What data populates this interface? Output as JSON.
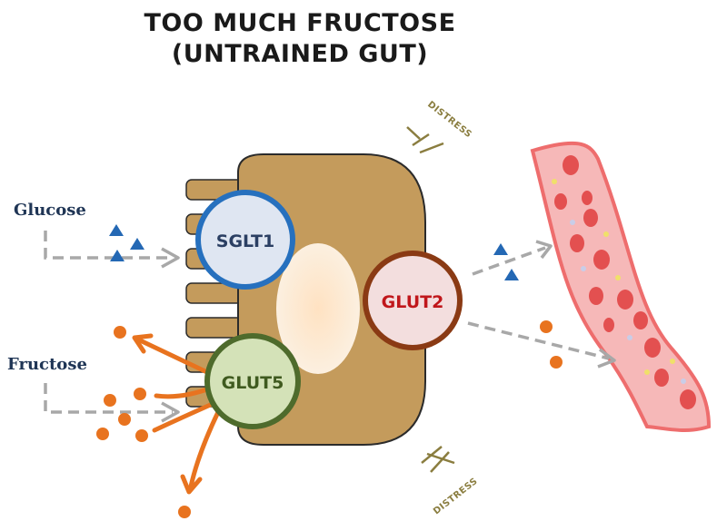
{
  "title": {
    "line1": "TOO MUCH FRUCTOSE",
    "line2": "(UNTRAINED GUT)"
  },
  "inputs": {
    "glucose_label": "Glucose",
    "fructose_label": "Fructose"
  },
  "transporters": {
    "sglt1": "SGLT1",
    "glut5": "GLUT5",
    "glut2": "GLUT2"
  },
  "warnings": {
    "distress_top": "DISTRESS",
    "distress_bottom": "DISTRESS"
  },
  "colors": {
    "glucose_molecule": "#2468b4",
    "fructose_molecule": "#e8731f",
    "cell_body": "#c49b5c",
    "cell_outline": "#2b2b2b",
    "blood_vessel": "#f6b8b8",
    "red_blood_cell": "#e35050",
    "sglt1_ring": "#2670be",
    "glut5_ring": "#4e6b2c",
    "glut2_ring": "#8a3a14",
    "arrow_dashed": "#a8a8a8",
    "fructose_arrow": "#e8731f",
    "label_text": "#1f3555"
  }
}
